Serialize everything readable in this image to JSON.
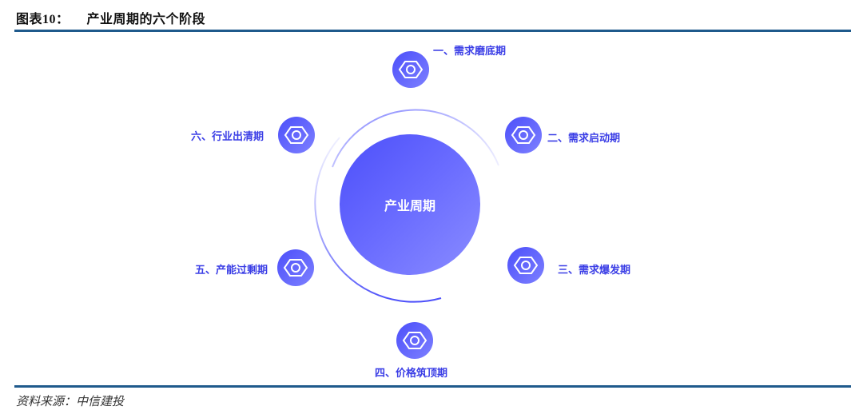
{
  "header": {
    "figure_prefix": "图表",
    "figure_number": "10：",
    "title": "产业周期的六个阶段"
  },
  "diagram": {
    "center_label": "产业周期",
    "stages": [
      {
        "label": "一、需求磨底期",
        "icon": "hexagon-nut-icon"
      },
      {
        "label": "二、需求启动期",
        "icon": "hexagon-nut-icon"
      },
      {
        "label": "三、需求爆发期",
        "icon": "hexagon-nut-icon"
      },
      {
        "label": "四、价格筑顶期",
        "icon": "hexagon-nut-icon"
      },
      {
        "label": "五、产能过剩期",
        "icon": "hexagon-nut-icon"
      },
      {
        "label": "六、行业出清期",
        "icon": "hexagon-nut-icon"
      }
    ],
    "colors": {
      "accent": "#4c4ffa",
      "accent_light": "#8a8cff",
      "label_text": "#3b3ee6",
      "rule": "#1f5a8c"
    }
  },
  "footer": {
    "source": "资料来源：中信建投"
  }
}
